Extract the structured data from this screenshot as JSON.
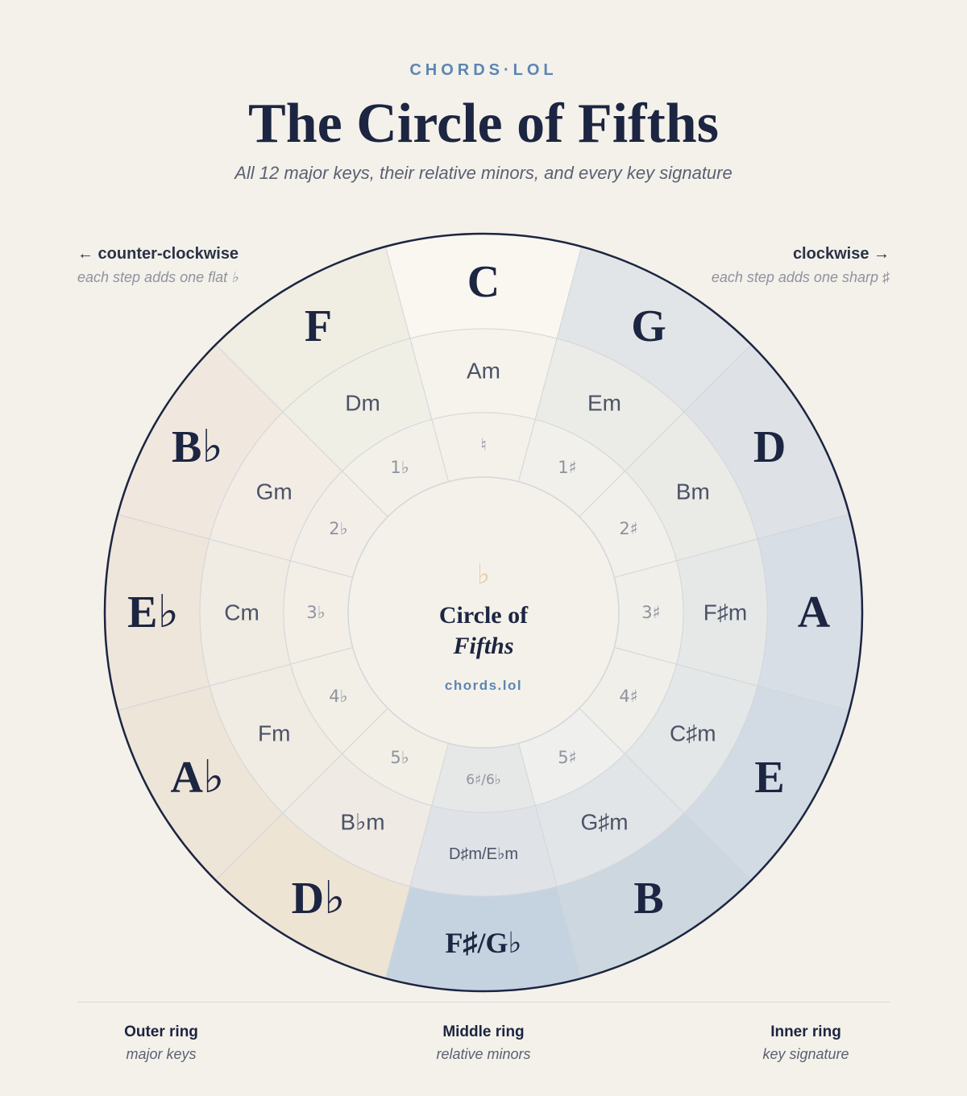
{
  "header": {
    "brand": "CHORDS·LOL",
    "title": "The Circle of Fifths",
    "subtitle": "All 12 major keys, their relative minors, and every key signature"
  },
  "directions": {
    "counter_clockwise": {
      "label": "← counter-clockwise",
      "note": "each step adds one flat ♭"
    },
    "clockwise": {
      "label": "clockwise →",
      "note": "each step adds one sharp ♯"
    }
  },
  "center": {
    "symbol": "♭",
    "line1": "Circle of",
    "line2": "Fifths",
    "brand": "chords.lol"
  },
  "keys": [
    {
      "major": "C",
      "minor": "Am",
      "signature": "♮"
    },
    {
      "major": "G",
      "minor": "Em",
      "signature": "1♯"
    },
    {
      "major": "D",
      "minor": "Bm",
      "signature": "2♯"
    },
    {
      "major": "A",
      "minor": "F♯m",
      "signature": "3♯"
    },
    {
      "major": "E",
      "minor": "C♯m",
      "signature": "4♯"
    },
    {
      "major": "B",
      "minor": "G♯m",
      "signature": "5♯"
    },
    {
      "major": "F♯/G♭",
      "minor": "D♯m/E♭m",
      "signature": "6♯/6♭"
    },
    {
      "major": "D♭",
      "minor": "B♭m",
      "signature": "5♭"
    },
    {
      "major": "A♭",
      "minor": "Fm",
      "signature": "4♭"
    },
    {
      "major": "E♭",
      "minor": "Cm",
      "signature": "3♭"
    },
    {
      "major": "B♭",
      "minor": "Gm",
      "signature": "2♭"
    },
    {
      "major": "F",
      "minor": "Dm",
      "signature": "1♭"
    }
  ],
  "colors": {
    "background": "#f4f1ea",
    "ink": "#1c2541",
    "accent": "#5b86b4",
    "outer_ring": [
      "#faf7f1",
      "#e2e5e7",
      "#dee2e6",
      "#d7dee6",
      "#d2dbe3",
      "#ccd7e0",
      "#c5d3e1",
      "#ede4d4",
      "#ede5d8",
      "#eee6da",
      "#f0e8df",
      "#f0ede3"
    ],
    "middle_ring": [
      "#f6f3ec",
      "#ebebe7",
      "#eaeae6",
      "#e6e8e8",
      "#e4e7e8",
      "#e2e5e8",
      "#dfe3e7",
      "#efeae3",
      "#f0ebe3",
      "#f0ebe3",
      "#f3ece5",
      "#f0efe6"
    ],
    "inner_ring": [
      "#f4f1ea",
      "#f1f0ea",
      "#f1f0ea",
      "#f0efea",
      "#f0efea",
      "#eff0ed",
      "#e6e8e8",
      "#f2efe6",
      "#f2efe6",
      "#f3efe7",
      "#f3efe8",
      "#f2f0e8"
    ]
  },
  "legend": [
    {
      "title": "Outer ring",
      "desc": "major keys"
    },
    {
      "title": "Middle ring",
      "desc": "relative minors"
    },
    {
      "title": "Inner ring",
      "desc": "key signature"
    }
  ]
}
